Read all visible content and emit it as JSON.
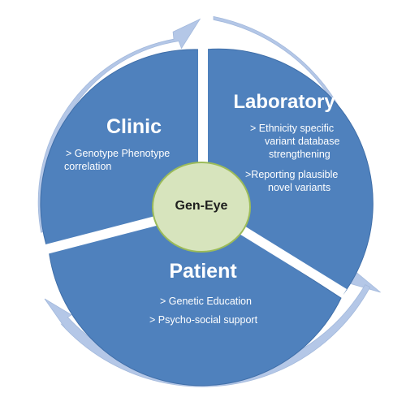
{
  "colors": {
    "segment": "#4f81bd",
    "segment_dark": "#3f6ea8",
    "ring": "#b4c7e7",
    "ring_edge": "#a3b9dc",
    "center_fill": "#d7e4bd",
    "center_stroke": "#9bbb59",
    "text": "#ffffff"
  },
  "center": {
    "label": "Gen-Eye"
  },
  "clinic": {
    "title": "Clinic",
    "bullets": [
      "> Genotype Phenotype",
      "correlation"
    ]
  },
  "laboratory": {
    "title": "Laboratory",
    "bullets": [
      "> Ethnicity specific",
      "variant database",
      "strengthening",
      ">Reporting plausible",
      "novel variants"
    ]
  },
  "patient": {
    "title": "Patient",
    "bullets": [
      "> Genetic Education",
      "> Psycho-social support"
    ]
  }
}
